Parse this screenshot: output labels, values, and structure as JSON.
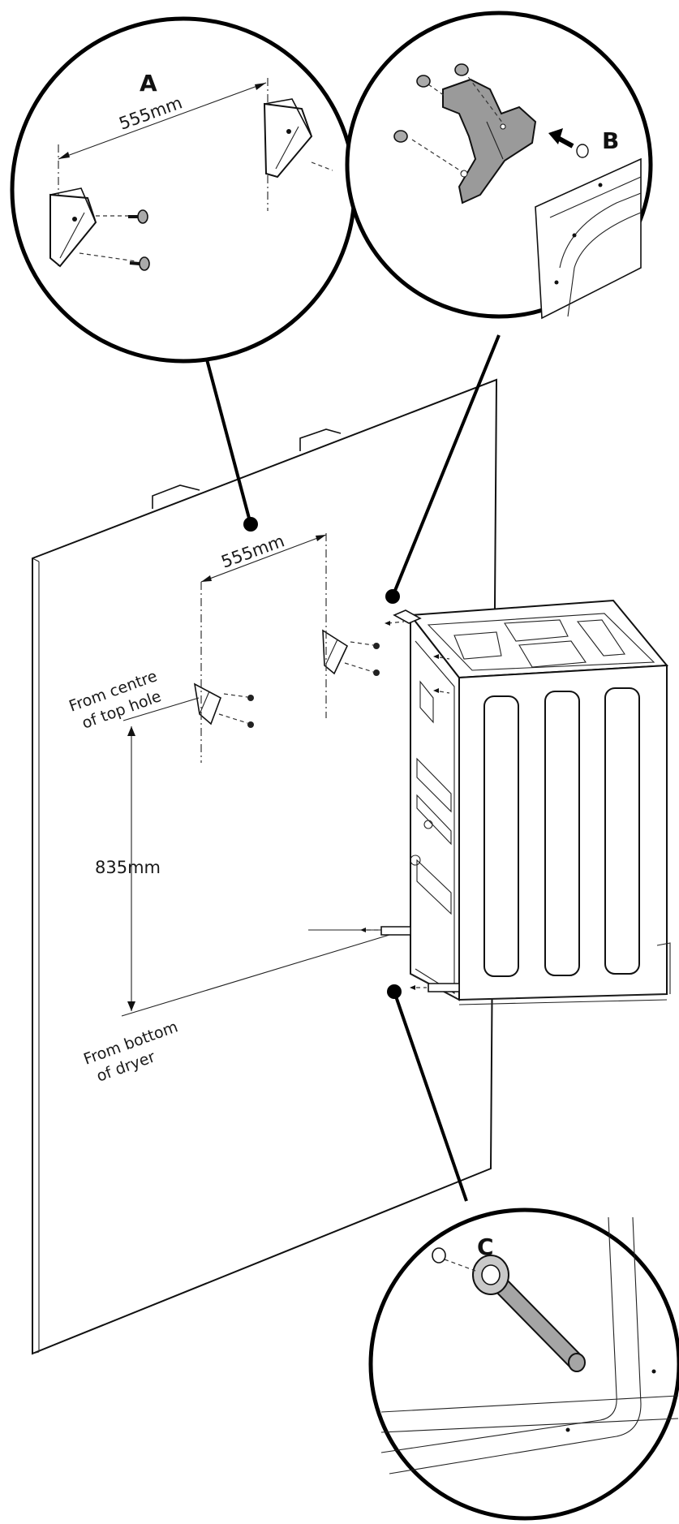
{
  "labels": {
    "callout_a": "A",
    "callout_b": "B",
    "callout_c": "C",
    "detail_a_dimension": "555mm",
    "main_dimension_width": "555mm",
    "main_dimension_height": "835mm",
    "from_top_line1": "From centre",
    "from_top_line2": "of top hole",
    "from_bottom_line1": "From bottom",
    "from_bottom_line2": "of dryer"
  },
  "colors": {
    "line": "#111111",
    "part_fill": "#9a9a9a",
    "panel_fill": "#ffffff",
    "background": "#ffffff"
  }
}
